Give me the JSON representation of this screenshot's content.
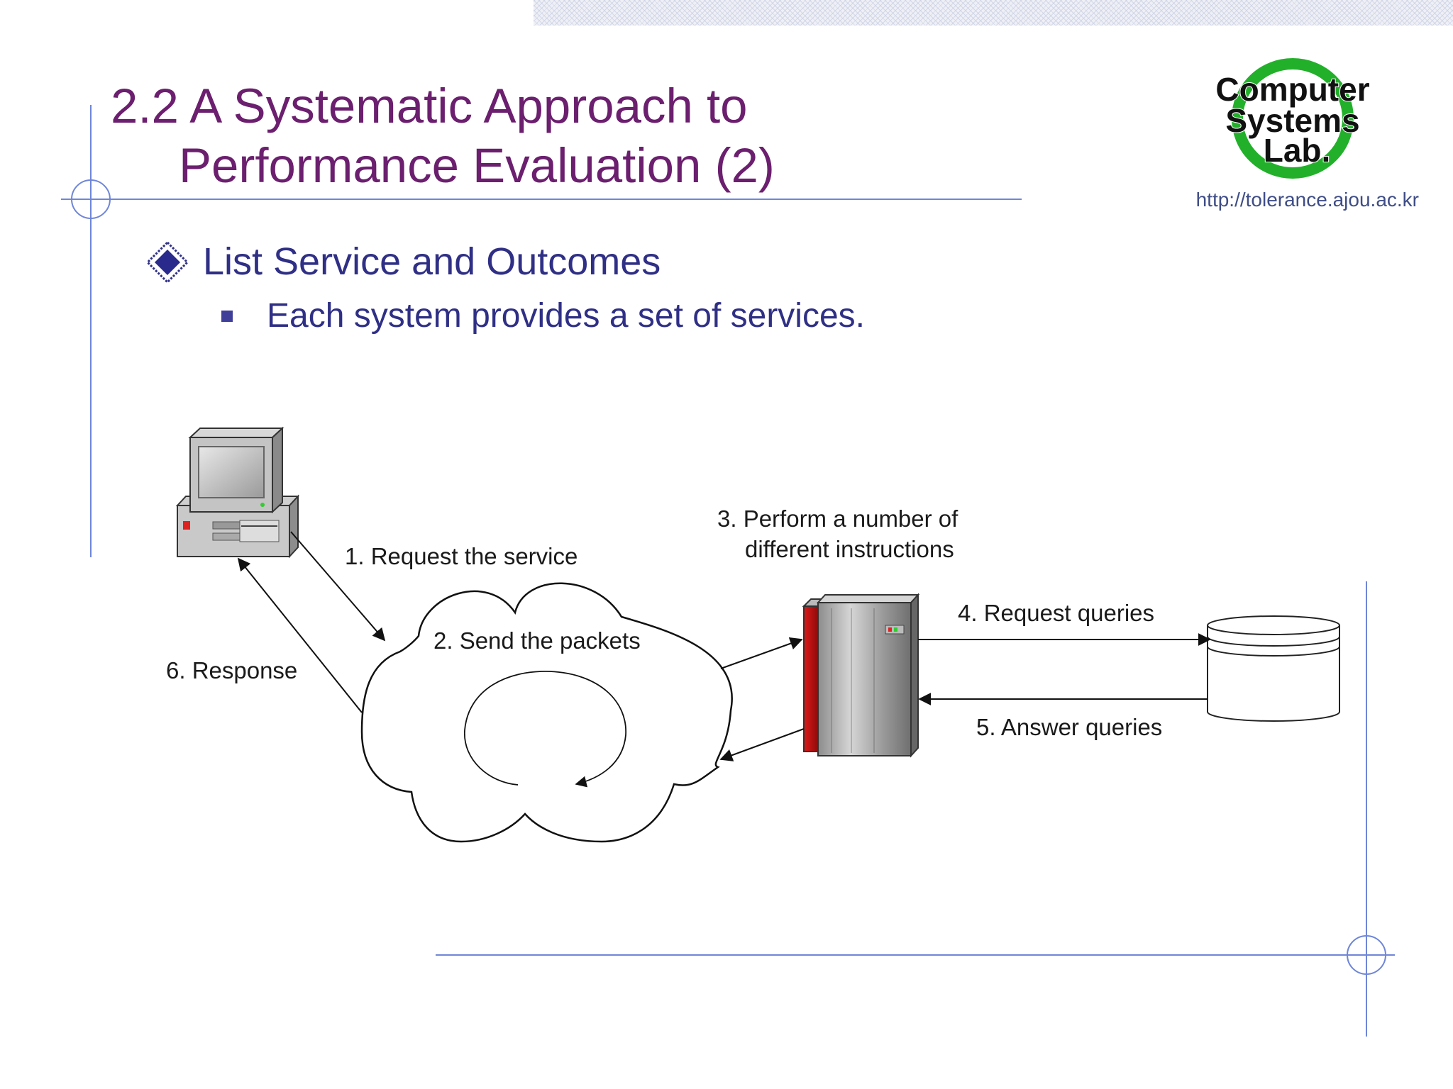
{
  "slide": {
    "title_line1": "2.2 A Systematic Approach to",
    "title_line2": "Performance Evaluation (2)",
    "url": "http://tolerance.ajou.ac.kr",
    "logo": {
      "line1": "Computer",
      "line2": "Systems",
      "line3": "Lab."
    }
  },
  "content": {
    "bullet_level1": "List Service and Outcomes",
    "bullet_level2": "Each system provides a set of services."
  },
  "diagram": {
    "step1": "1. Request the service",
    "step2": "2. Send the packets",
    "step3_line1": "3. Perform a number of",
    "step3_line2": "different instructions",
    "step4": "4. Request queries",
    "step5": "5. Answer queries",
    "step6": "6. Response"
  },
  "colors": {
    "title": "#6b1f6e",
    "text": "#2f2f86",
    "frame_lines": "#6f86d8",
    "logo_ring": "#22b02a"
  }
}
